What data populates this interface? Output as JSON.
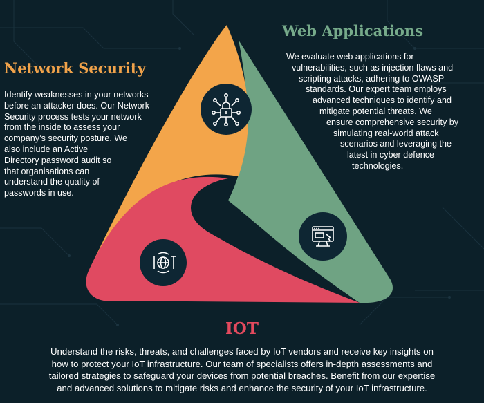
{
  "colors": {
    "background": "#0c2029",
    "network_security": "#f3a54a",
    "web_applications": "#6fa383",
    "iot": "#e04a61",
    "icon_circle": "#0e2633"
  },
  "network_security": {
    "title": "Network Security",
    "lines": [
      "Identify weaknesses in your networks",
      "before an attacker does. Our Network",
      "Security process tests your network",
      "from the inside to assess your",
      "company’s security posture. We",
      "also include an Active",
      "Directory password audit so",
      "that organisations can",
      "understand the quality of",
      "passwords in use."
    ],
    "icon": "network-lock-icon"
  },
  "web_applications": {
    "title": "Web Applications",
    "lines": [
      "We evaluate web applications for",
      "vulnerabilities, such as injection flaws and",
      "scripting attacks, adhering to OWASP",
      "standards. Our expert team employs",
      "advanced techniques to identify and",
      "mitigate potential threats. We",
      "ensure comprehensive security by",
      "simulating real-world attack",
      "scenarios and leveraging the",
      "latest in cyber defence",
      "technologies."
    ],
    "icon": "monitor-browser-icon"
  },
  "iot": {
    "title": "IOT",
    "lines": [
      "Understand the risks, threats, and challenges faced by IoT vendors and receive key insights on",
      "how to protect your IoT infrastructure. Our team of specialists offers in-depth assessments and",
      "tailored strategies to safeguard your devices from potential breaches. Benefit from our expertise",
      "and advanced solutions to mitigate risks and enhance the security of your IoT infrastructure."
    ],
    "icon": "iot-globe-icon",
    "icon_text": "I T"
  }
}
